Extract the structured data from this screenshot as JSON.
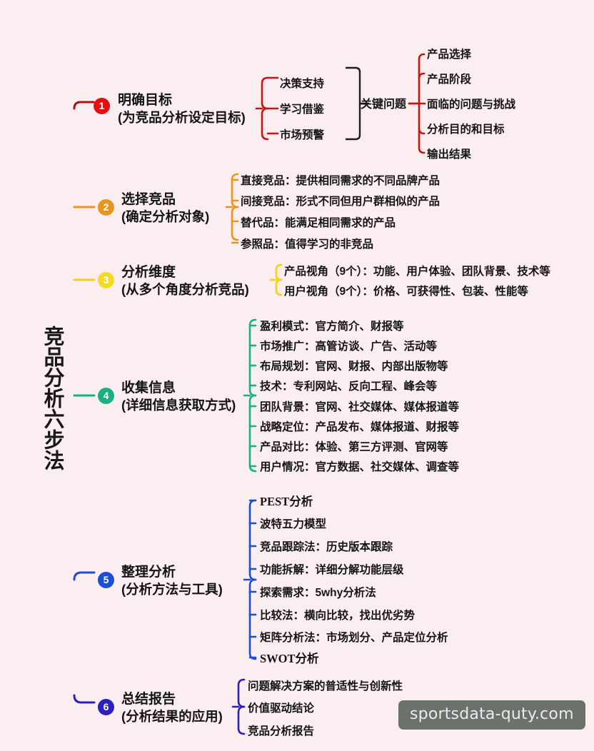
{
  "root": {
    "title": "竞品分析六步法"
  },
  "watermark": {
    "text": "sportsdata-quty.com"
  },
  "colors": {
    "background": "#fbeef0",
    "step1": "#c81414",
    "step1_badge": "#e60e0e",
    "step2": "#e8951e",
    "step3": "#f5dc23",
    "step4": "#17b184",
    "step5": "#1b4fd8",
    "step6": "#2b1fbe",
    "text": "#141414",
    "watermark_bg": "#566058"
  },
  "steps": [
    {
      "number": "1",
      "title": "明确目标",
      "subtitle": "(为竞品分析设定目标)",
      "color": "#c81414",
      "children": [
        "决策支持",
        "学习借鉴",
        "市场预警"
      ],
      "mid_label": "关键问题",
      "grandchildren": [
        "产品选择",
        "产品阶段",
        "面临的问题与挑战",
        "分析目的和目标",
        "输出结果"
      ]
    },
    {
      "number": "2",
      "title": "选择竞品",
      "subtitle": "(确定分析对象)",
      "color": "#e8951e",
      "children": [
        "直接竞品：提供相同需求的不同品牌产品",
        "间接竞品：形式不同但用户群相似的产品",
        "替代品：能满足相同需求的产品",
        "参照品：值得学习的非竞品"
      ]
    },
    {
      "number": "3",
      "title": "分析维度",
      "subtitle": "(从多个角度分析竞品)",
      "color": "#f5dc23",
      "children": [
        "产品视角（9个）：功能、用户体验、团队背景、技术等",
        "用户视角（9个）：价格、可获得性、包装、性能等"
      ]
    },
    {
      "number": "4",
      "title": "收集信息",
      "subtitle": "(详细信息获取方式)",
      "color": "#17b184",
      "children": [
        "盈利模式：官方简介、财报等",
        "市场推广：高管访谈、广告、活动等",
        "布局规划：官网、财报、内部出版物等",
        "技术：专利网站、反向工程、峰会等",
        "团队背景：官网、社交媒体、媒体报道等",
        "战略定位：产品发布、媒体报道、财报等",
        "产品对比：体验、第三方评测、官网等",
        "用户情况：官方数据、社交媒体、调查等"
      ]
    },
    {
      "number": "5",
      "title": "整理分析",
      "subtitle": "(分析方法与工具)",
      "color": "#1b4fd8",
      "children": [
        "PEST分析",
        "波特五力模型",
        "竞品跟踪法：历史版本跟踪",
        "功能拆解：详细分解功能层级",
        "探索需求：5why分析法",
        "比较法：横向比较，找出优劣势",
        "矩阵分析法：市场划分、产品定位分析",
        "SWOT分析"
      ]
    },
    {
      "number": "6",
      "title": "总结报告",
      "subtitle": "(分析结果的应用)",
      "color": "#2b1fbe",
      "children": [
        "问题解决方案的普适性与创新性",
        "价值驱动结论",
        "竞品分析报告"
      ]
    }
  ]
}
